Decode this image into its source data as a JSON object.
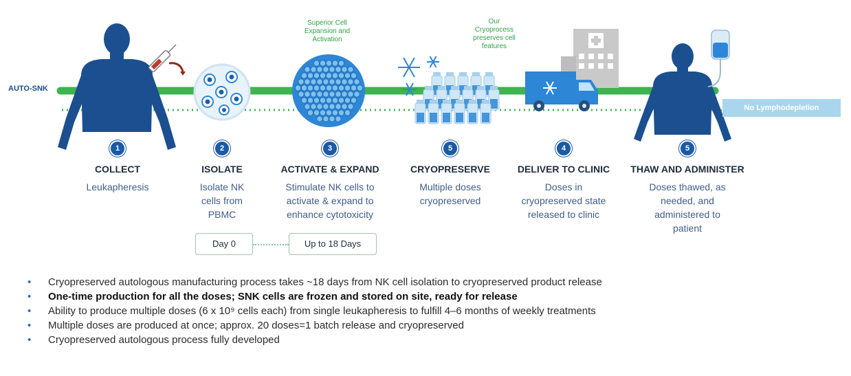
{
  "track_label": "AUTO-SNK",
  "badge": "No Lymphodepletion",
  "notes": {
    "expansion": [
      "Superior Cell",
      "Expansion and",
      "Activation"
    ],
    "cryo": [
      "Our",
      "Cryoprocess",
      "preserves cell",
      "features"
    ]
  },
  "steps": [
    {
      "num": "1",
      "title": "COLLECT",
      "desc": [
        "Leukapheresis"
      ]
    },
    {
      "num": "2",
      "title": "ISOLATE",
      "desc": [
        "Isolate NK",
        "cells from",
        "PBMC"
      ]
    },
    {
      "num": "3",
      "title": "ACTIVATE & EXPAND",
      "desc": [
        "Stimulate NK cells to",
        "activate & expand to",
        "enhance cytotoxicity"
      ]
    },
    {
      "num": "5",
      "title": "CRYOPRESERVE",
      "desc": [
        "Multiple doses",
        "cryopreserved"
      ]
    },
    {
      "num": "4",
      "title": "DELIVER TO CLINIC",
      "desc": [
        "Doses in",
        "cryopreserved state",
        "released to clinic"
      ]
    },
    {
      "num": "5",
      "title": "THAW AND ADMINISTER",
      "desc": [
        "Doses thawed, as",
        "needed, and",
        "administered to",
        "patient"
      ]
    }
  ],
  "timeline": {
    "day0": "Day 0",
    "day18": "Up to 18 Days"
  },
  "bullets": [
    {
      "text": "Cryopreserved autologous manufacturing process takes ~18 days from NK cell isolation to cryopreserved product release",
      "bold": false
    },
    {
      "text": "One-time production for all the doses; SNK cells are frozen and stored on site, ready for release",
      "bold": true
    },
    {
      "text": "Ability to produce multiple doses (6 x 10⁹ cells each) from single leukapheresis to fulfill 4–6 months of weekly treatments",
      "bold": false
    },
    {
      "text": "Multiple doses are produced at once; approx. 20 doses=1 batch release and cryopreserved",
      "bold": false
    },
    {
      "text": "Cryopreserved autologous process fully developed",
      "bold": false
    }
  ],
  "bullet_char": "•",
  "colors": {
    "track": "#3fb34f",
    "navy": "#1b4f8f",
    "cell": "#2e86d6",
    "badge": "#a9d6ec",
    "accent": "#1b5aa6"
  }
}
